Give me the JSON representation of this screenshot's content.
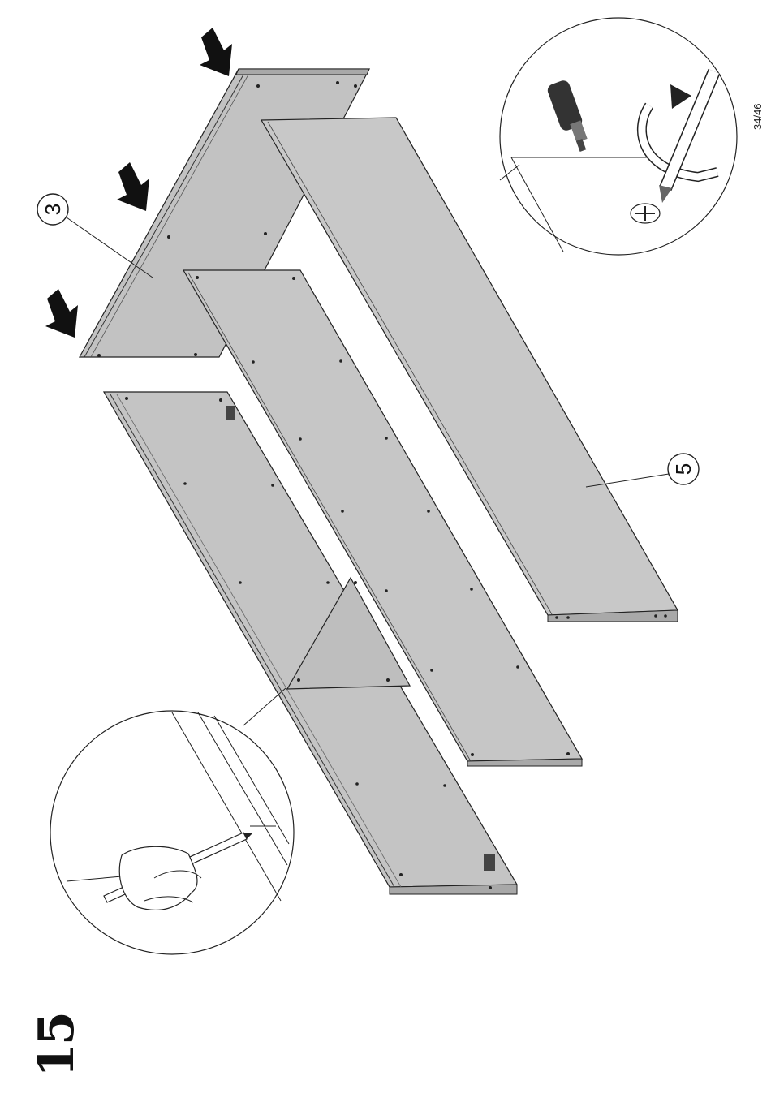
{
  "step": {
    "number": "15"
  },
  "page": {
    "counter": "34/46"
  },
  "callouts": [
    {
      "id": "part-3",
      "label": "3"
    },
    {
      "id": "part-5",
      "label": "5"
    }
  ],
  "colors": {
    "panel": "#c4c4c4",
    "panel_edge": "#9a9a9a",
    "line": "#222222",
    "arrow": "#111111"
  },
  "icons": [
    "down-right-arrow-icon",
    "screwdriver-icon",
    "rotation-arrow-icon",
    "phillips-screw-icon",
    "pencil-icon",
    "hand-icon"
  ]
}
